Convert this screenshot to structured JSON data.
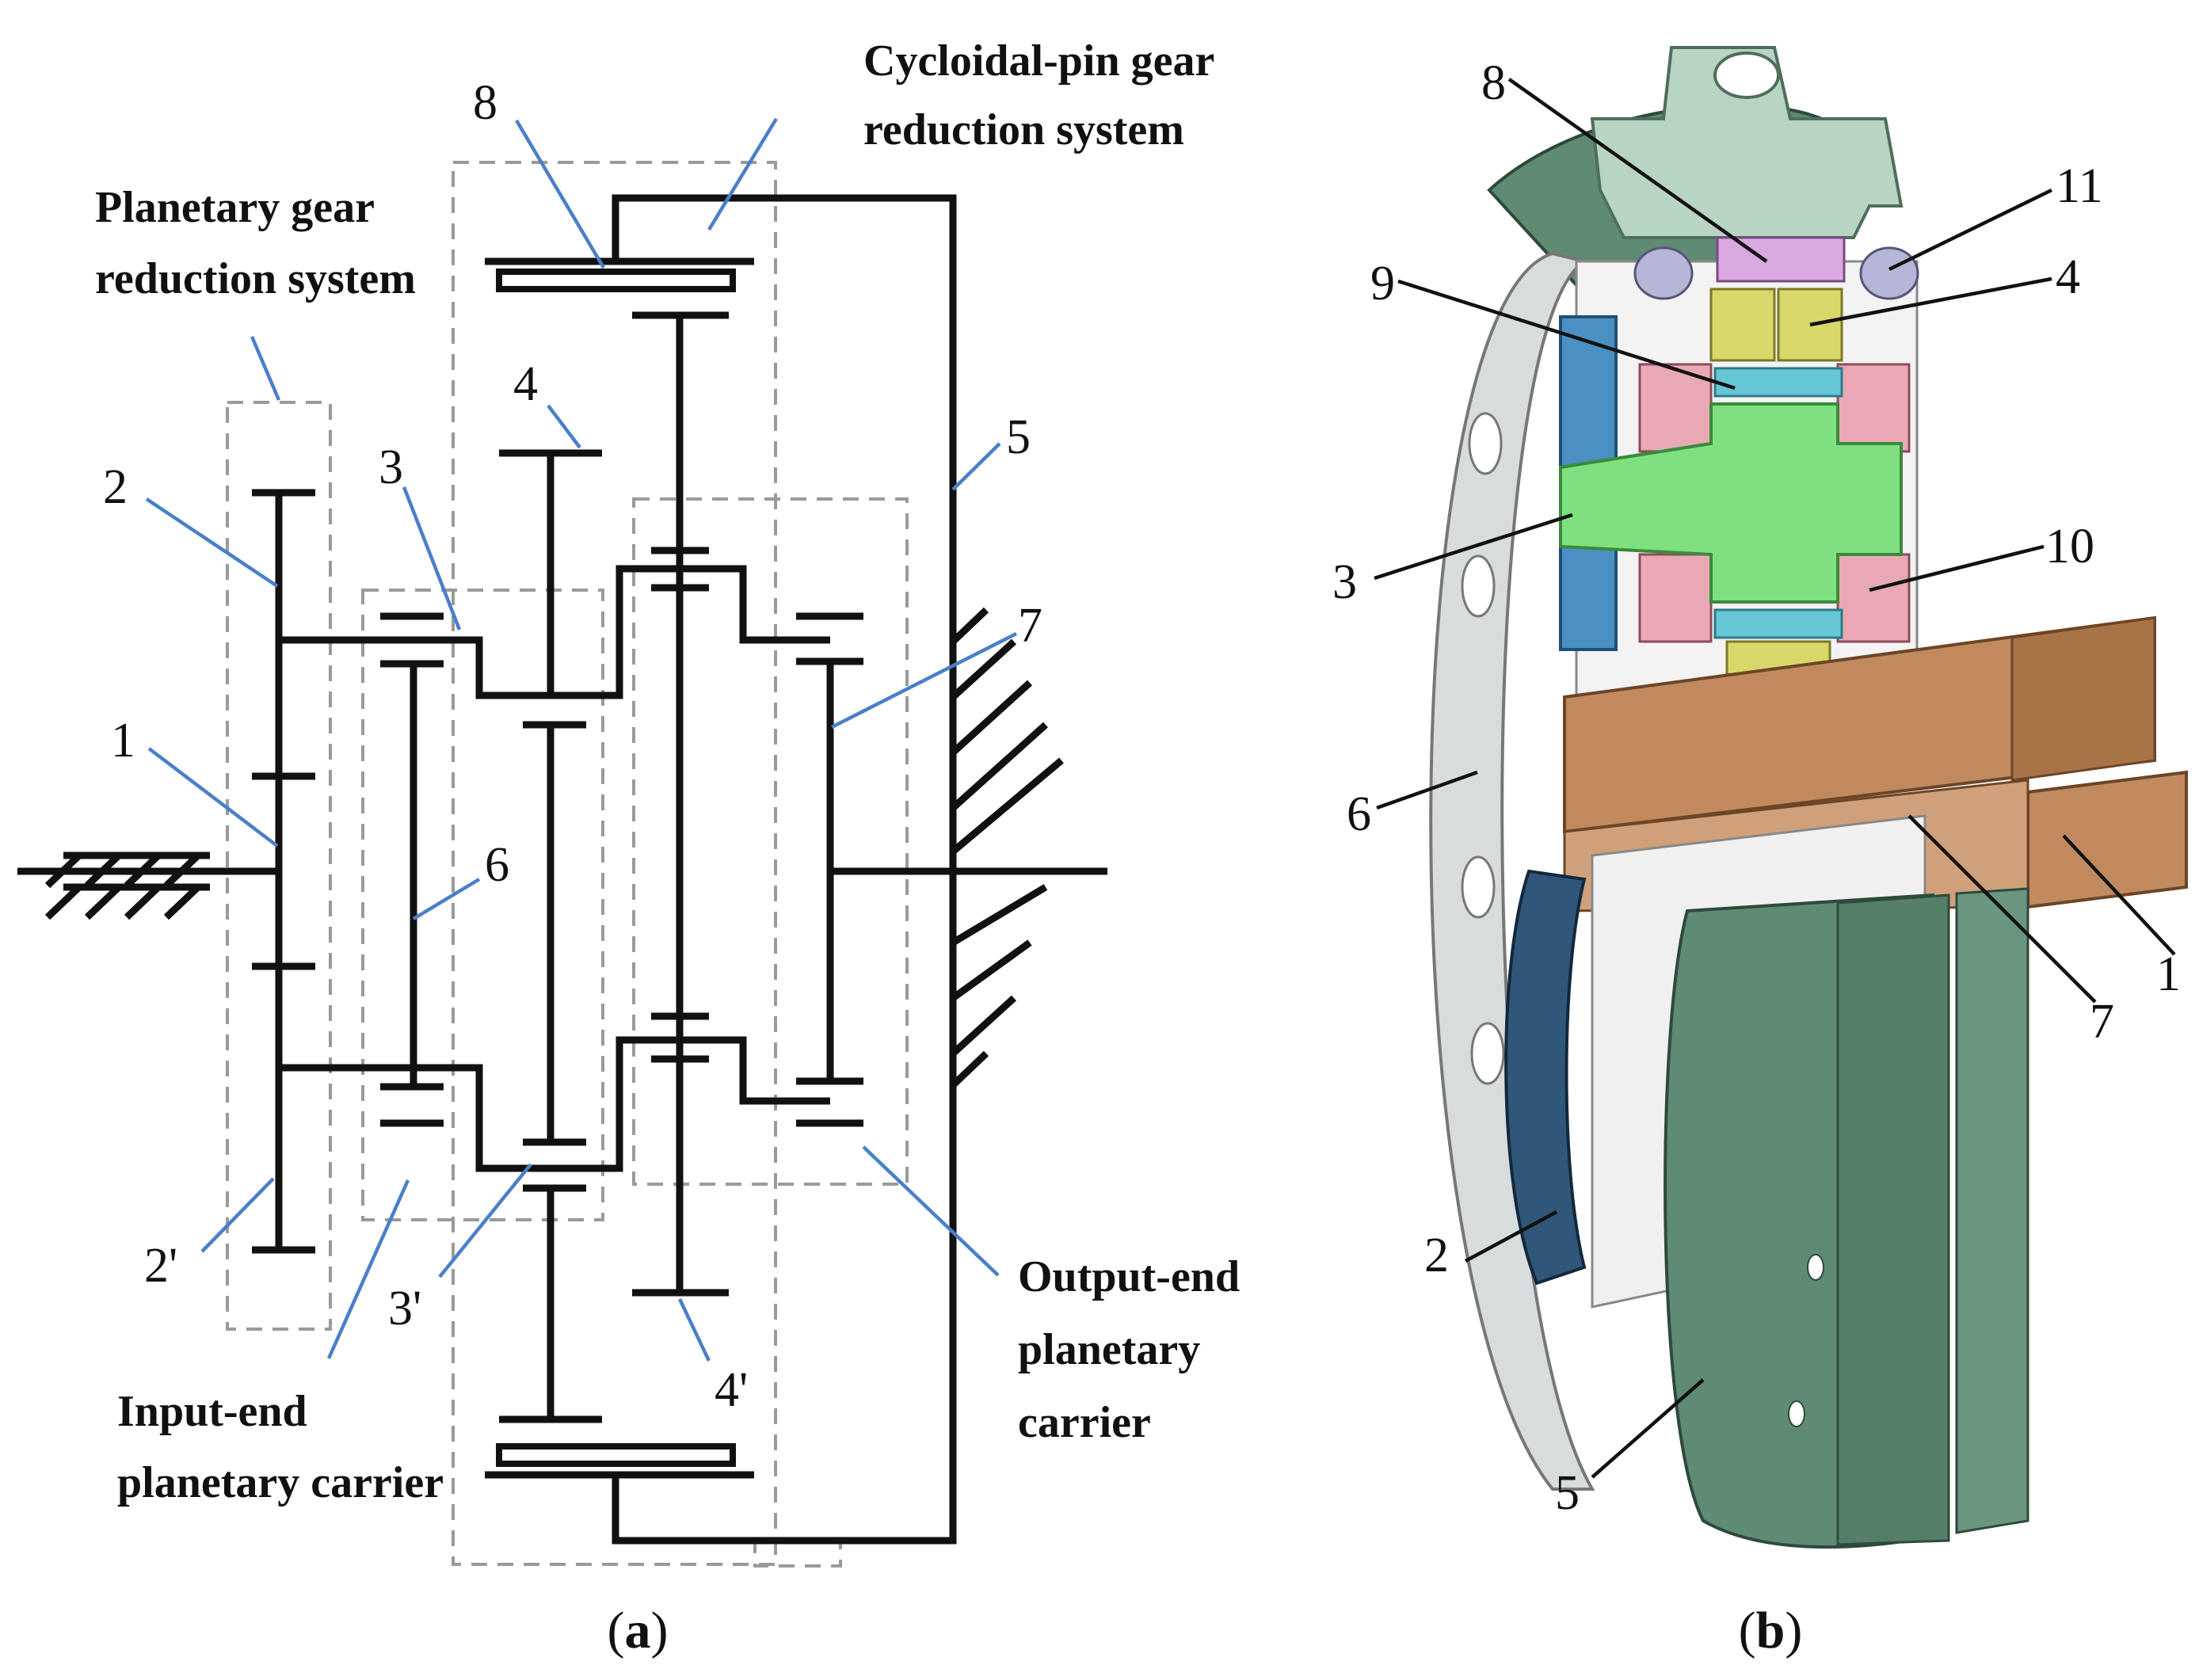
{
  "figure": {
    "panel_a": {
      "caption_prefix": "(",
      "caption_letter": "a",
      "caption_suffix": ")",
      "blocks": {
        "cycloidal_line1": "Cycloidal-pin gear",
        "cycloidal_line2": "reduction system",
        "planetary_line1": "Planetary gear",
        "planetary_line2": "reduction system",
        "input_line1": "Input-end",
        "input_line2": "planetary carrier",
        "output_line1": "Output-end",
        "output_line2": "planetary",
        "output_line3": "carrier"
      },
      "part_labels": {
        "p1": "1",
        "p2": "2",
        "p2p": "2'",
        "p3": "3",
        "p3p": "3'",
        "p4": "4",
        "p4p": "4'",
        "p5": "5",
        "p6": "6",
        "p7": "7",
        "p8": "8"
      }
    },
    "panel_b": {
      "caption_prefix": "(",
      "caption_letter": "b",
      "caption_suffix": ")",
      "part_labels": {
        "p1": "1",
        "p2": "2",
        "p3": "3",
        "p4": "4",
        "p5": "5",
        "p6": "6",
        "p7": "7",
        "p8": "8",
        "p9": "9",
        "p10": "10",
        "p11": "11"
      },
      "colors": {
        "housing": "#5f8a74",
        "flange": "#d9dcdc",
        "shaft": "#c08a5e",
        "crank": "#7fe07f",
        "bearing": "#e8a9b5",
        "pin": "#d8d86a",
        "cycloid": "#d9a8e0",
        "gear": "#4a90c2"
      }
    }
  }
}
